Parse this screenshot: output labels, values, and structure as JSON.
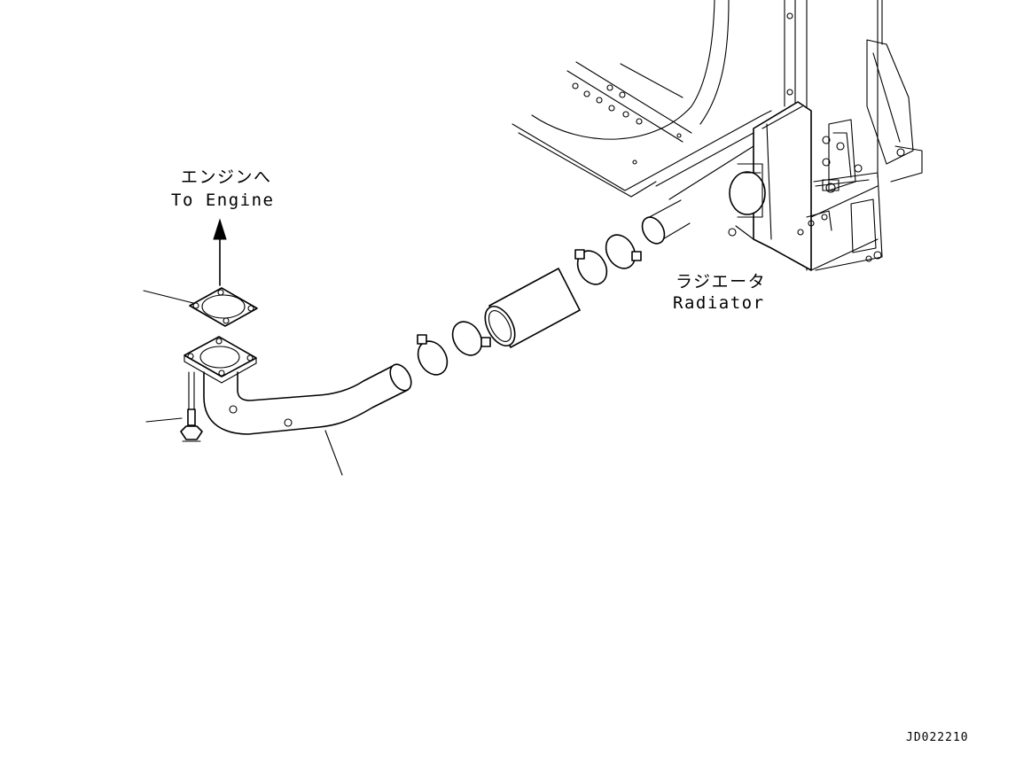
{
  "labels": {
    "engine_jp": "エンジンへ",
    "engine_en": "To Engine",
    "radiator_jp": "ラジエータ",
    "radiator_en": "Radiator",
    "drawing_code": "JD022210"
  }
}
